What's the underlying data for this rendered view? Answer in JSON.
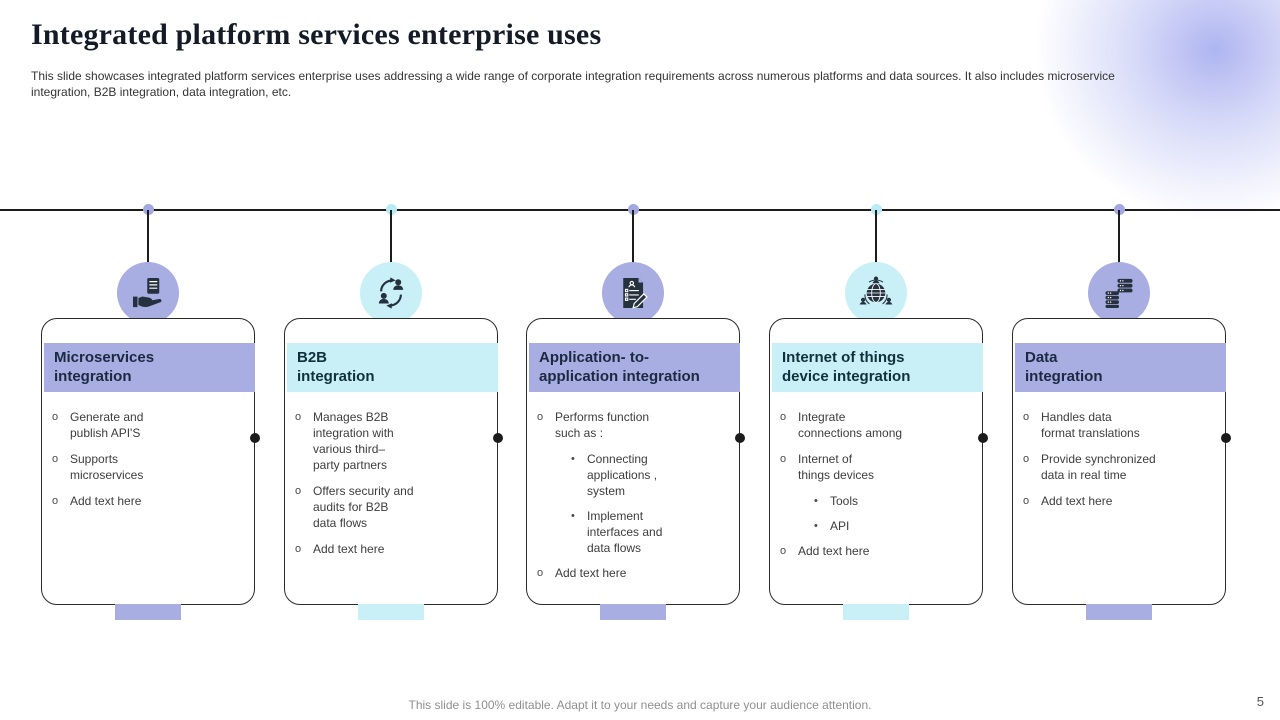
{
  "slide": {
    "title": "Integrated platform services enterprise uses",
    "subtitle": "This slide showcases integrated platform services enterprise uses  addressing a wide range of corporate integration requirements across numerous platforms and data sources. It also includes microservice integration, B2B integration, data integration, etc.",
    "footer_note": "This slide is 100% editable. Adapt it to your  needs and capture your audience attention.",
    "page_number": "5"
  },
  "colors": {
    "purple_accent": "#a8ade2",
    "cyan_accent": "#c9f0f6",
    "purple_dot": "#a3a8e0",
    "cyan_dot": "#b9ebf3",
    "header_text_purple": "#1c2940",
    "header_text_cyan": "#10313b",
    "body_text": "#3d3d3d",
    "line_black": "#1c1c1c",
    "icon_dark": "#26313f",
    "blob_purple": "#aab0ec"
  },
  "columns": [
    {
      "theme": "purple",
      "icon": "hand-holding-server-icon",
      "title": "Microservices\nintegration",
      "bullets": [
        {
          "marker": "o",
          "text": "Generate and\npublish API'S"
        },
        {
          "marker": "o",
          "text": "Supports\nmicroservices"
        },
        {
          "marker": "o",
          "text": "Add text here"
        }
      ]
    },
    {
      "theme": "cyan",
      "icon": "people-sync-icon",
      "title": "B2B\nintegration",
      "bullets": [
        {
          "marker": "o",
          "text": "Manages B2B\nintegration with\nvarious third–\nparty partners"
        },
        {
          "marker": "o",
          "text": "Offers security and\naudits for B2B\ndata flows"
        },
        {
          "marker": "o",
          "text": "Add text here"
        }
      ]
    },
    {
      "theme": "purple",
      "icon": "document-edit-icon",
      "title": "Application- to-\napplication integration",
      "bullets": [
        {
          "marker": "o",
          "text": "Performs function\nsuch as :"
        },
        {
          "marker": "•",
          "text": "Connecting\napplications ,\nsystem"
        },
        {
          "marker": "•",
          "text": "Implement\ninterfaces and\ndata flows"
        },
        {
          "marker": "o",
          "text": "Add text here"
        }
      ]
    },
    {
      "theme": "cyan",
      "icon": "globe-network-icon",
      "title": "Internet of things\ndevice integration",
      "bullets": [
        {
          "marker": "o",
          "text": "Integrate\nconnections among"
        },
        {
          "marker": "o",
          "text": "Internet of\nthings devices"
        },
        {
          "marker": "•",
          "text": "Tools"
        },
        {
          "marker": "•",
          "text": "API"
        },
        {
          "marker": "o",
          "text": "Add text here"
        }
      ]
    },
    {
      "theme": "purple",
      "icon": "database-stack-icon",
      "title": "Data\nintegration",
      "bullets": [
        {
          "marker": "o",
          "text": "Handles data\nformat translations"
        },
        {
          "marker": "o",
          "text": "Provide synchronized\ndata in real time"
        },
        {
          "marker": "o",
          "text": "Add text here"
        }
      ]
    }
  ]
}
